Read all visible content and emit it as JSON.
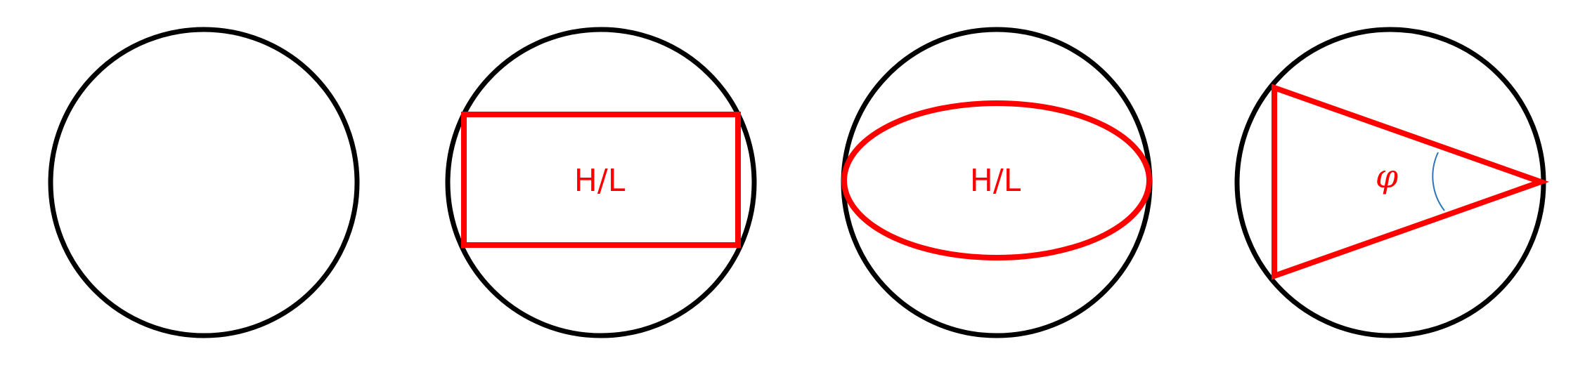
{
  "colors": {
    "background": "#ffffff",
    "outline": "#000000",
    "shape": "#ff0000",
    "angle_arc": "#2e75b6"
  },
  "panels": [
    {
      "id": "circle",
      "shape": "none",
      "label": ""
    },
    {
      "id": "rectangle",
      "shape": "rectangle",
      "label": "H/L"
    },
    {
      "id": "ellipse",
      "shape": "ellipse",
      "label": "H/L"
    },
    {
      "id": "triangle",
      "shape": "triangle",
      "label": "φ"
    }
  ]
}
